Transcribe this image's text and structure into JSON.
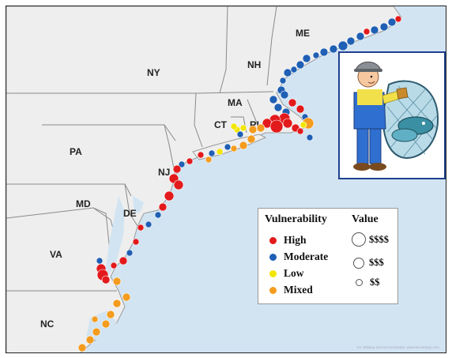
{
  "states": [
    {
      "id": "me",
      "label": "ME"
    },
    {
      "id": "nh",
      "label": "NH"
    },
    {
      "id": "ny",
      "label": "NY"
    },
    {
      "id": "ma",
      "label": "MA"
    },
    {
      "id": "ct",
      "label": "CT"
    },
    {
      "id": "ri",
      "label": "RI"
    },
    {
      "id": "pa",
      "label": "PA"
    },
    {
      "id": "nj",
      "label": "NJ"
    },
    {
      "id": "md",
      "label": "MD"
    },
    {
      "id": "de",
      "label": "DE"
    },
    {
      "id": "va",
      "label": "VA"
    },
    {
      "id": "nc",
      "label": "NC"
    }
  ],
  "legend": {
    "vulnerability_title": "Vulnerability",
    "value_title": "Value",
    "categories": [
      {
        "label": "High",
        "color": "#e31a1c"
      },
      {
        "label": "Moderate",
        "color": "#1f5fb4"
      },
      {
        "label": "Low",
        "color": "#f2e600"
      },
      {
        "label": "Mixed",
        "color": "#f39c1f"
      }
    ],
    "values": [
      {
        "label": "$$$$"
      },
      {
        "label": "$$$"
      },
      {
        "label": "$$"
      }
    ]
  },
  "colors": {
    "ocean": "#d2e4f2",
    "land": "#eeeeee",
    "border": "#8a8a8a",
    "frame": "#222222",
    "inset_border": "#1f3f8f"
  },
  "inset_image": {
    "icon": "fisherman-with-net-icon"
  },
  "credit": "Art: Bibiana Garcia Hernandez, www.hei-design.com"
}
